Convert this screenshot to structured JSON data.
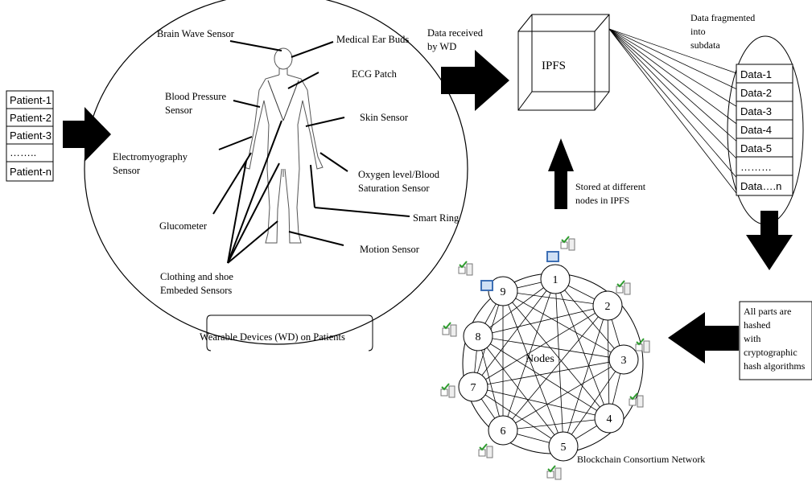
{
  "patients": [
    "Patient-1",
    "Patient-2",
    "Patient-3",
    "……..",
    "Patient-n"
  ],
  "sensors": {
    "brain_wave": "Brain Wave Sensor",
    "ear_buds": "Medical Ear Buds",
    "ecg": "ECG Patch",
    "bp_line1": "Blood Pressure",
    "bp_line2": "Sensor",
    "skin": "Skin Sensor",
    "emg_line1": "Electromyography",
    "emg_line2": "Sensor",
    "oxygen_line1": "Oxygen level/Blood",
    "oxygen_line2": "Saturation Sensor",
    "glucometer": "Glucometer",
    "smart_ring": "Smart Ring",
    "motion": "Motion Sensor",
    "clothing_line1": "Clothing and shoe",
    "clothing_line2": "Embeded  Sensors"
  },
  "wearable_label": "Wearable Devices (WD) on Patients",
  "data_received_line1": "Data received",
  "data_received_line2": "by WD",
  "ipfs_label": "IPFS",
  "fragmented_line1": "Data fragmented",
  "fragmented_line2": "into",
  "fragmented_line3": "subdata",
  "fragments": [
    "Data-1",
    "Data-2",
    "Data-3",
    "Data-4",
    "Data-5",
    "………",
    "Data….n"
  ],
  "stored_line1": "Stored at different",
  "stored_line2": "nodes in IPFS",
  "hashed_lines": [
    "All parts are",
    "hashed",
    "with",
    "cryptographic",
    "hash algorithms"
  ],
  "nodes_center": "Nodes",
  "node_labels": [
    "1",
    "2",
    "3",
    "4",
    "5",
    "6",
    "7",
    "8",
    "9"
  ],
  "consortium_label": "Blockchain Consortium Network",
  "colors": {
    "ink": "#000000",
    "check": "#2e9b2e",
    "screen": "#3d6fb5"
  }
}
